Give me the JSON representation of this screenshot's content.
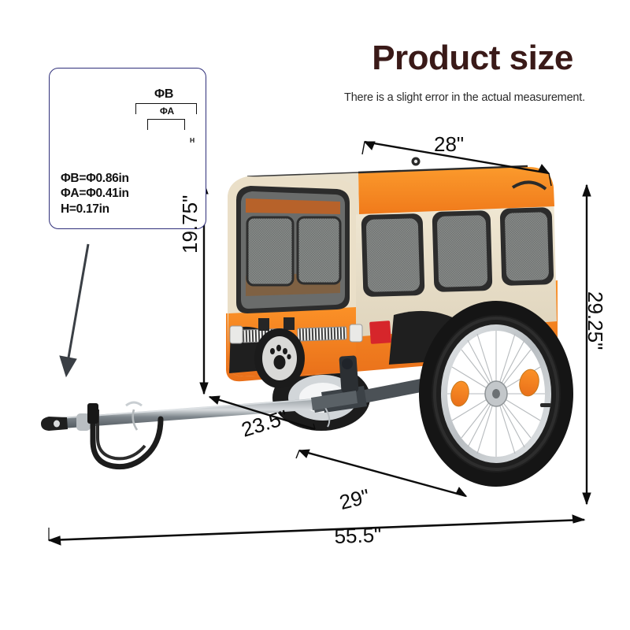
{
  "header": {
    "title": "Product size",
    "subtitle": "There is a slight error in the actual measurement."
  },
  "inset": {
    "name": "hitch-coupler-detail",
    "label_phi_b": "ΦB",
    "label_phi_a": "ΦA",
    "label_h": "H",
    "spec_lines": "ΦB=Φ0.86in\nΦA=Φ0.41in\nH=0.17in",
    "specs": [
      {
        "key": "ΦB",
        "value": "ΦB=Φ0.86in"
      },
      {
        "key": "ΦA",
        "value": "ΦA=Φ0.41in"
      },
      {
        "key": "H",
        "value": "H=0.17in"
      }
    ],
    "border_color": "#2f2f7a"
  },
  "dimensions": {
    "top_width": "28\"",
    "cabin_height": "19.75\"",
    "cabin_depth": "23.5\"",
    "base_length": "29\"",
    "overall_height": "29.25\"",
    "overall_length": "55.5\""
  },
  "product": {
    "type": "pet bike trailer",
    "colors": {
      "canopy": "#ece3cf",
      "accent_orange": "#f2821e",
      "mesh": "#6d6f6e",
      "frame_gray": "#6f757a",
      "tire_black": "#1d1d1d",
      "rim_silver": "#c9cdd0",
      "reflector_amber": "#f5a623",
      "reflector_red": "#d6262b"
    },
    "emblem": "paw-print"
  },
  "colors": {
    "title": "#3a1a18",
    "dimension_line": "#0c0c0c",
    "background": "#ffffff"
  }
}
